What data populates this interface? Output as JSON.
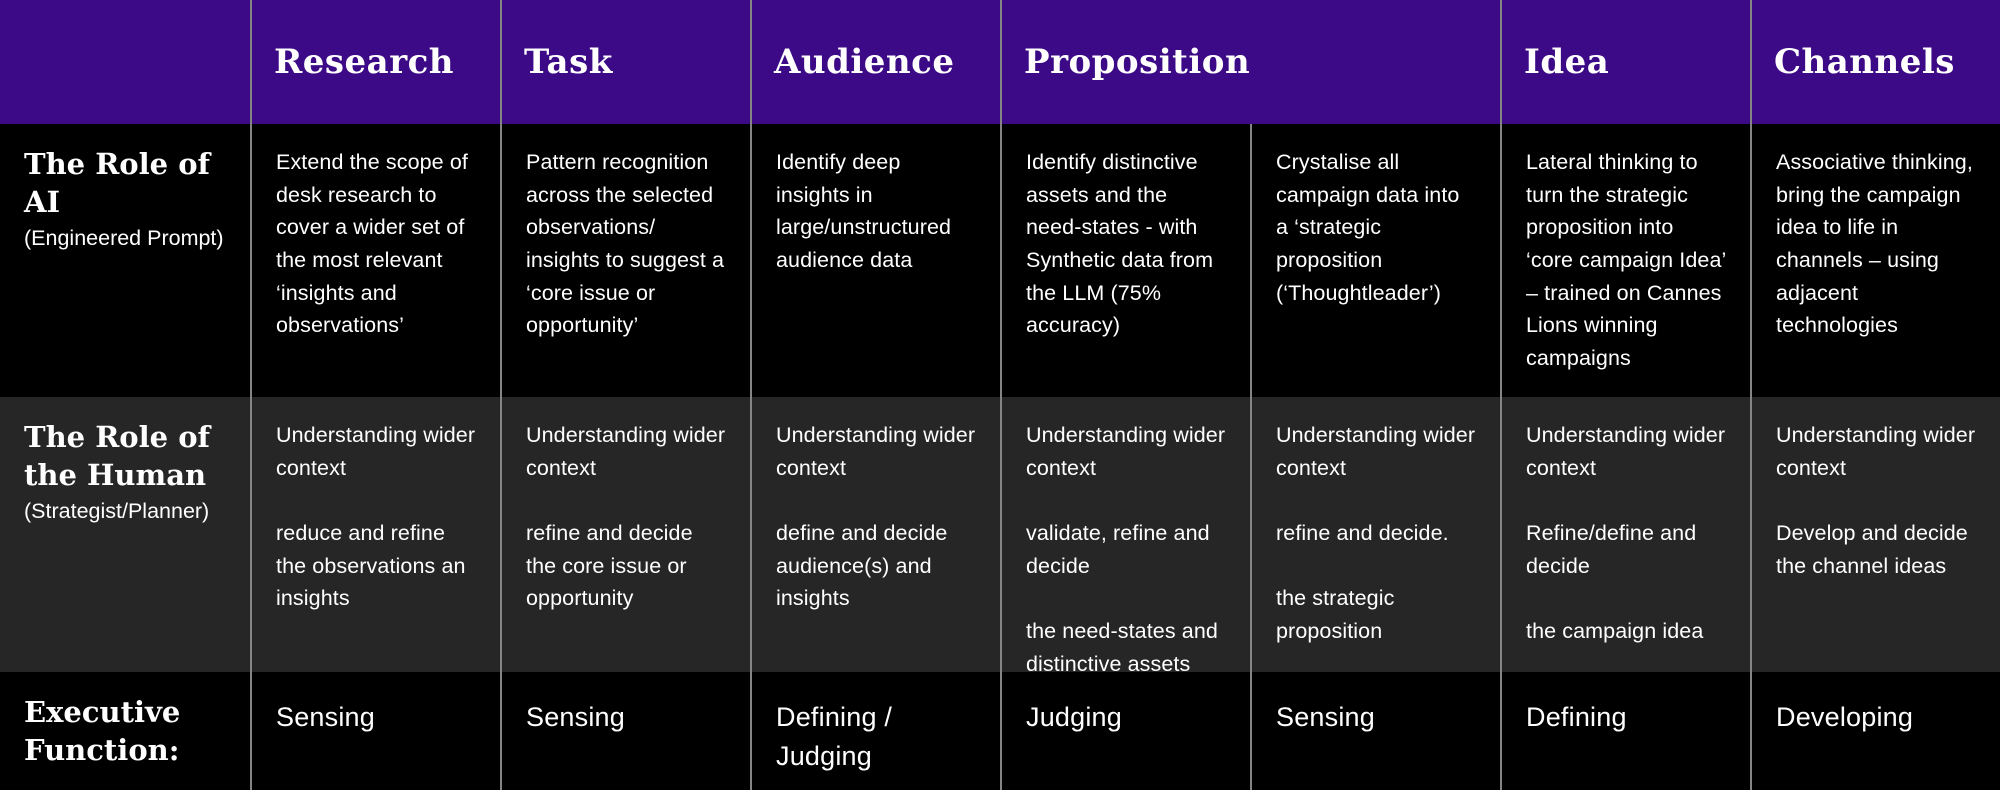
{
  "colors": {
    "header_bg": "#3c0a86",
    "row_ai_bg": "#000000",
    "row_human_bg": "#262626",
    "row_exec_bg": "#000000",
    "divider": "#858585",
    "text": "#ffffff"
  },
  "header": {
    "corner": "",
    "columns": [
      {
        "label": "Research"
      },
      {
        "label": "Task"
      },
      {
        "label": "Audience"
      },
      {
        "label": "Proposition",
        "span": 2
      },
      {
        "label": "Idea"
      },
      {
        "label": "Channels"
      }
    ]
  },
  "rows": {
    "ai": {
      "title": "The Role of AI",
      "subtitle": "(Engineered Prompt)",
      "cells": [
        "Extend the scope of desk research to cover a wider set of the most relevant ‘insights and observations’",
        "Pattern recognition across the selected observations/ insights to suggest a ‘core issue or opportunity’",
        "Identify deep insights in large/unstructured audience data",
        "Identify distinctive assets and the need-states - with Synthetic data from the LLM (75% accuracy)",
        "Crystalise  all campaign data into a ‘strategic proposition (‘Thoughtleader’)",
        "Lateral thinking to turn the strategic proposition into ‘core campaign Idea’ – trained on Cannes Lions winning campaigns",
        "Associative thinking, bring the campaign idea to life in channels – using adjacent technologies"
      ]
    },
    "human": {
      "title": "The Role of\nthe Human",
      "subtitle": "(Strategist/Planner)",
      "cells": [
        "Understanding wider context\n\nreduce and refine the observations an insights",
        "Understanding wider context\n\nrefine and decide the core issue or opportunity",
        "Understanding wider context\n\ndefine and decide audience(s) and insights",
        "Understanding wider context\n\nvalidate, refine and decide\n\nthe need-states and distinctive assets",
        "Understanding wider context\n\nrefine and decide.\n\nthe strategic proposition",
        "Understanding wider context\n\nRefine/define and decide\n\nthe campaign idea",
        "Understanding wider context\n\nDevelop and decide the channel ideas"
      ]
    },
    "exec": {
      "title": "Executive\nFunction:",
      "cells": [
        "Sensing",
        "Sensing",
        "Defining / Judging",
        "Judging",
        "Sensing",
        "Defining",
        "Developing"
      ]
    }
  }
}
